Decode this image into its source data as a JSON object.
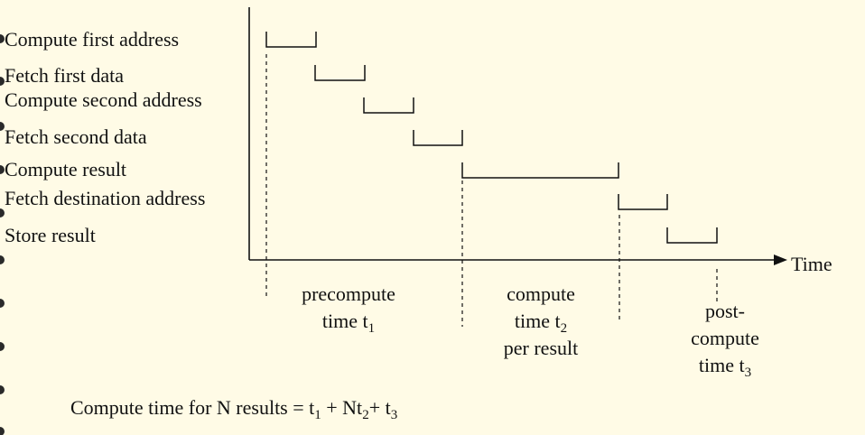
{
  "colors": {
    "background": "#fffbe6",
    "ink": "#111111",
    "bullet": "#2a2a2a"
  },
  "steps": [
    "Compute first address",
    "Fetch first data",
    "Compute second address",
    "Fetch second data",
    "Compute result",
    "Fetch destination address",
    "Store result"
  ],
  "axis": {
    "label": "Time"
  },
  "phases": {
    "precompute": {
      "line1": "precompute",
      "line2": "time t",
      "sub": "1"
    },
    "compute": {
      "line1": "compute",
      "line2": "time t",
      "sub": "2",
      "line3": "per result"
    },
    "postcompute": {
      "line1": "post-",
      "line2": "compute",
      "line3": "time t",
      "sub": "3"
    }
  },
  "formula": {
    "text": "Compute time for N results = t",
    "sub1": "1",
    "mid": " + Nt",
    "sub2": "2",
    "plus": "+ t",
    "sub3": "3"
  }
}
